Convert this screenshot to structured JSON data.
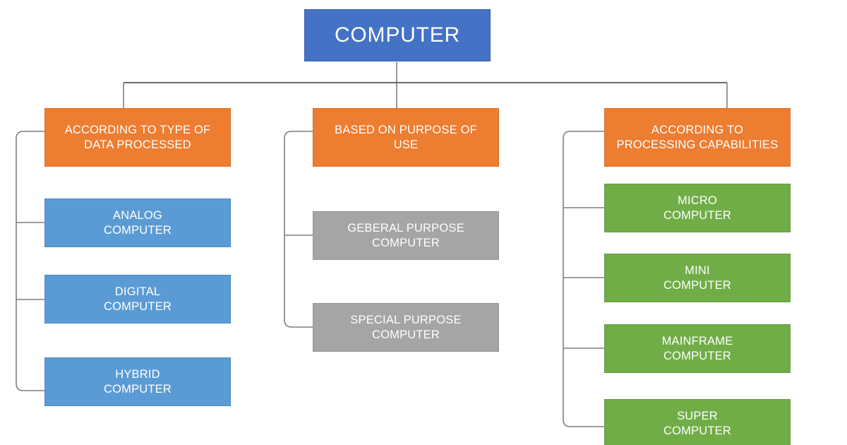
{
  "chart_data": {
    "type": "diagram",
    "diagram_type": "hierarchy-tree",
    "title": "COMPUTER",
    "orientation": "top-down",
    "levels": 3,
    "colors": {
      "root": "#4472C4",
      "category": "#ED7D31",
      "branch_left": "#5B9BD5",
      "branch_middle": "#A5A5A5",
      "branch_right": "#70AD47",
      "connector": "#7F7F7F",
      "background": "#FFFFFF",
      "text": "#FFFFFF"
    },
    "nodes": [
      {
        "id": "root",
        "label": "COMPUTER",
        "level": 0,
        "color": "#4472C4"
      },
      {
        "id": "cat1",
        "label": "ACCORDING TO TYPE OF\nDATA PROCESSED",
        "level": 1,
        "color": "#ED7D31",
        "parent": "root"
      },
      {
        "id": "cat2",
        "label": "BASED ON PURPOSE OF\nUSE",
        "level": 1,
        "color": "#ED7D31",
        "parent": "root"
      },
      {
        "id": "cat3",
        "label": "ACCORDING TO\nPROCESSING CAPABILITIES",
        "level": 1,
        "color": "#ED7D31",
        "parent": "root"
      },
      {
        "id": "n1",
        "label": "ANALOG\nCOMPUTER",
        "level": 2,
        "color": "#5B9BD5",
        "parent": "cat1"
      },
      {
        "id": "n2",
        "label": "DIGITAL\nCOMPUTER",
        "level": 2,
        "color": "#5B9BD5",
        "parent": "cat1"
      },
      {
        "id": "n3",
        "label": "HYBRID\nCOMPUTER",
        "level": 2,
        "color": "#5B9BD5",
        "parent": "cat1"
      },
      {
        "id": "n4",
        "label": "GEBERAL PURPOSE\nCOMPUTER",
        "level": 2,
        "color": "#A5A5A5",
        "parent": "cat2"
      },
      {
        "id": "n5",
        "label": "SPECIAL PURPOSE\nCOMPUTER",
        "level": 2,
        "color": "#A5A5A5",
        "parent": "cat2"
      },
      {
        "id": "n6",
        "label": "MICRO\nCOMPUTER",
        "level": 2,
        "color": "#70AD47",
        "parent": "cat3"
      },
      {
        "id": "n7",
        "label": "MINI\nCOMPUTER",
        "level": 2,
        "color": "#70AD47",
        "parent": "cat3"
      },
      {
        "id": "n8",
        "label": "MAINFRAME\nCOMPUTER",
        "level": 2,
        "color": "#70AD47",
        "parent": "cat3"
      },
      {
        "id": "n9",
        "label": "SUPER\nCOMPUTER",
        "level": 2,
        "color": "#70AD47",
        "parent": "cat3"
      }
    ]
  },
  "root": {
    "label": "COMPUTER"
  },
  "columns": [
    {
      "id": "column-data-type",
      "category": "ACCORDING TO TYPE OF\nDATA PROCESSED",
      "items": [
        {
          "label": "ANALOG\nCOMPUTER"
        },
        {
          "label": "DIGITAL\nCOMPUTER"
        },
        {
          "label": "HYBRID\nCOMPUTER"
        }
      ]
    },
    {
      "id": "column-purpose",
      "category": "BASED ON PURPOSE OF\nUSE",
      "items": [
        {
          "label": "GEBERAL PURPOSE\nCOMPUTER"
        },
        {
          "label": "SPECIAL PURPOSE\nCOMPUTER"
        }
      ]
    },
    {
      "id": "column-processing",
      "category": "ACCORDING TO\nPROCESSING CAPABILITIES",
      "items": [
        {
          "label": "MICRO\nCOMPUTER"
        },
        {
          "label": "MINI\nCOMPUTER"
        },
        {
          "label": "MAINFRAME\nCOMPUTER"
        },
        {
          "label": "SUPER\nCOMPUTER"
        }
      ]
    }
  ]
}
